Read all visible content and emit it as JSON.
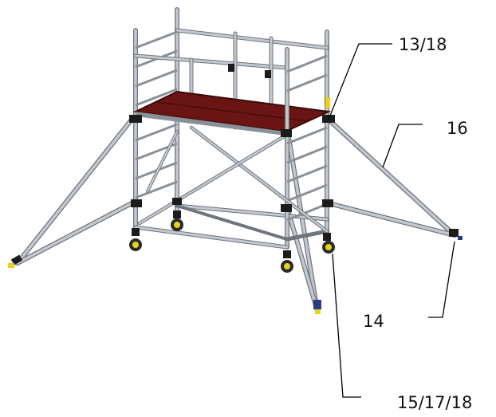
{
  "diagram": {
    "subject": "mobile aluminium scaffold tower with stabiliser outriggers",
    "colors": {
      "tube": "#b9bec5",
      "tube_edge": "#6f757c",
      "platform": "#6b1414",
      "platform_edge": "#3a0a0a",
      "clamp": "#1c1c1c",
      "wheel_tyre": "#2a2a2a",
      "wheel_hub": "#e8d21a",
      "brace_accent": "#2a3a8a"
    },
    "callouts": [
      {
        "id": "c1",
        "text": "13/18"
      },
      {
        "id": "c2",
        "text": "16"
      },
      {
        "id": "c3",
        "text": "14"
      },
      {
        "id": "c4",
        "text": "15/17/18"
      }
    ]
  }
}
